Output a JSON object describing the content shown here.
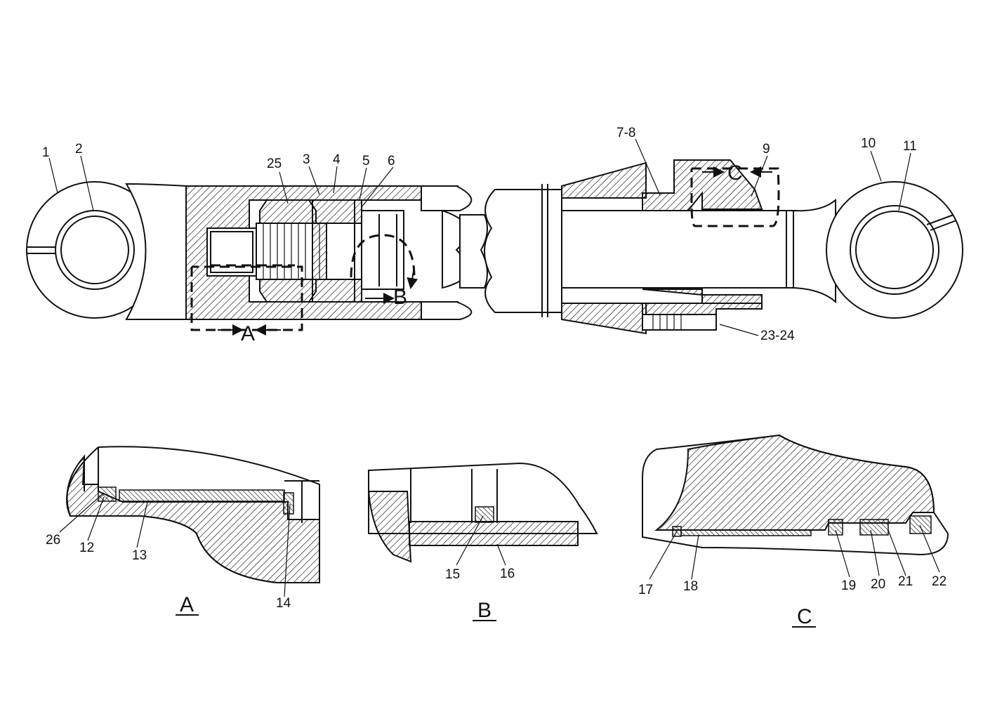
{
  "callouts": {
    "c1": "1",
    "c2": "2",
    "c3": "3",
    "c4": "4",
    "c5": "5",
    "c6": "6",
    "c78": "7-8",
    "c9": "9",
    "c10": "10",
    "c11": "11",
    "c2324": "23-24",
    "c25": "25",
    "c12": "12",
    "c13": "13",
    "c14": "14",
    "c15": "15",
    "c16": "16",
    "c17": "17",
    "c18": "18",
    "c19": "19",
    "c20": "20",
    "c21": "21",
    "c22": "22",
    "c26": "26"
  },
  "detail_refs": {
    "a": "A",
    "b": "B",
    "c": "C"
  },
  "views": {
    "a": "A",
    "b": "B",
    "c": "C"
  }
}
